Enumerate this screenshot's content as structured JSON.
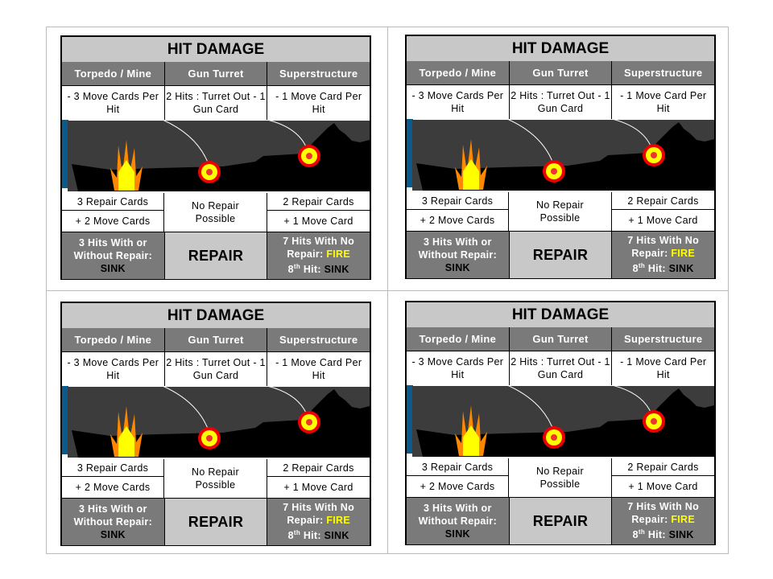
{
  "card": {
    "title": "HIT DAMAGE",
    "columns": [
      "Torpedo / Mine",
      "Gun Turret",
      "Superstructure"
    ],
    "effects": [
      "- 3 Move Cards Per Hit",
      "2 Hits : Turret Out - 1 Gun Card",
      "- 1 Move Card Per Hit"
    ],
    "repair": {
      "torpedo_cards": "3 Repair Cards",
      "torpedo_move": "+ 2 Move Cards",
      "gun": "No Repair Possible",
      "super_cards": "2 Repair Cards",
      "super_move": "+ 1 Move Card"
    },
    "bottom": {
      "left_a": "3 Hits With or Without Repair:",
      "left_b": "SINK",
      "center": "REPAIR",
      "right_a": "7 Hits With No Repair:",
      "right_fire": "FIRE",
      "right_b_num": "8",
      "right_b_sup": "th",
      "right_b_hit": "Hit:",
      "right_b_sink": "SINK"
    }
  },
  "colors": {
    "header": "#7a7a7a",
    "title": "#c8c8c8",
    "fire": "#ffff00",
    "sky": "#3c3c3c",
    "water_edge": "#0a5a8c"
  }
}
